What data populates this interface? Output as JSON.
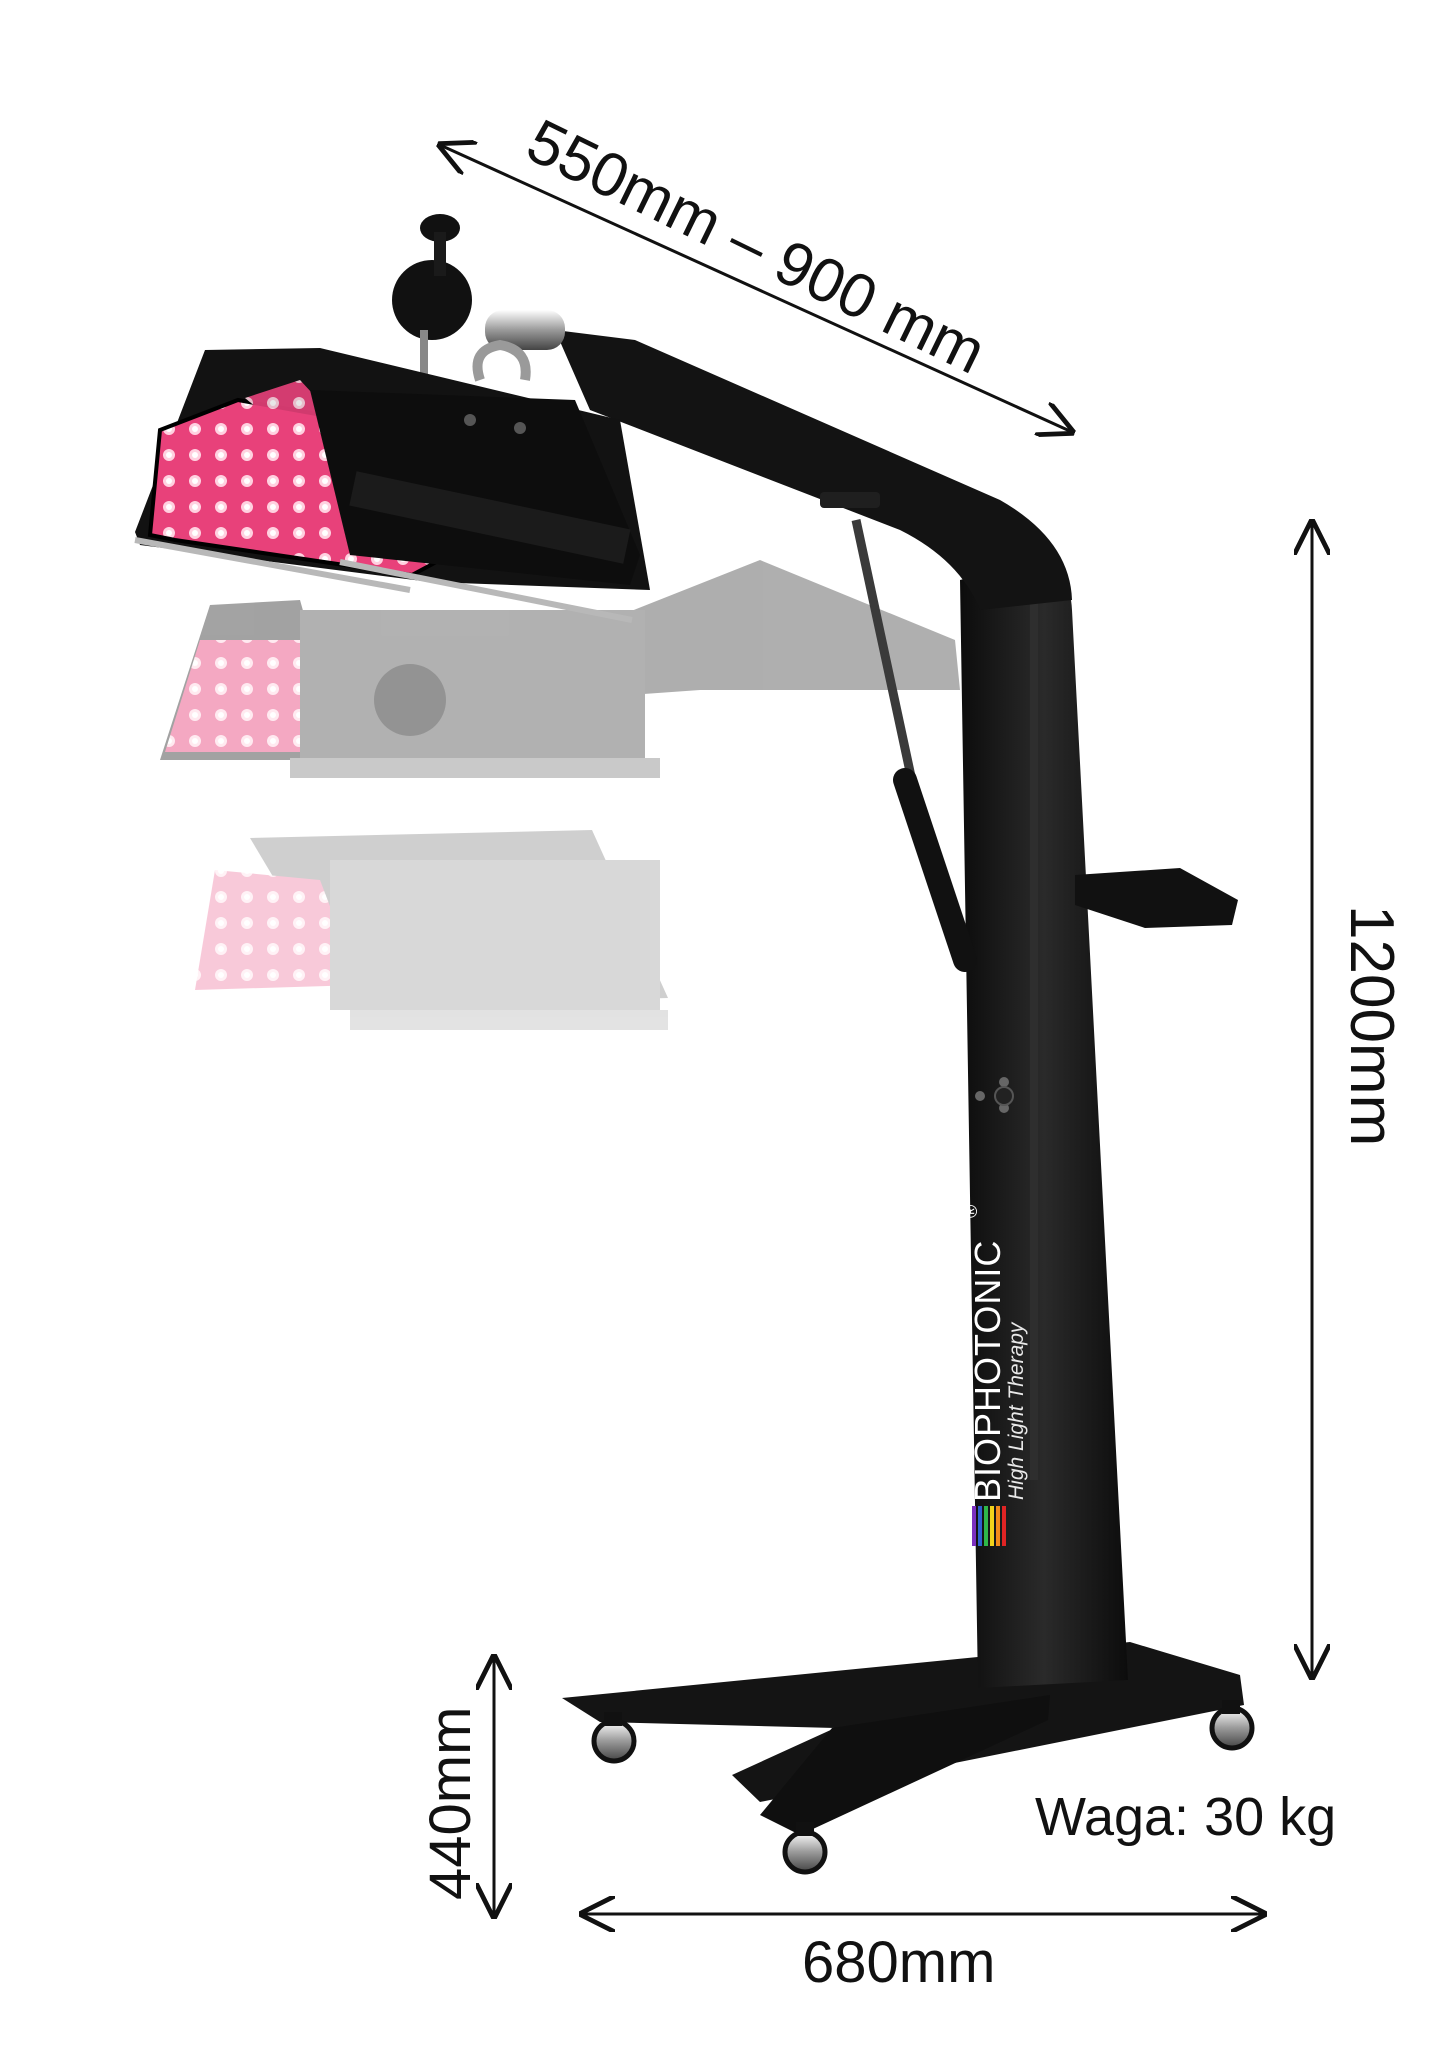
{
  "dimensions": {
    "arm_reach": "550mm – 900 mm",
    "height": "1200mm",
    "base_height": "440mm",
    "base_width": "680mm"
  },
  "weight": "Waga: 30 kg",
  "brand": {
    "name": "BIOPHOTONIC",
    "registered": "®",
    "tagline": "High Light Therapy",
    "stripe_colors": [
      "#7b2fbf",
      "#2f5fd0",
      "#2fb84a",
      "#f2d21b",
      "#f28a1b",
      "#e02424"
    ]
  },
  "colors": {
    "stand": "#141414",
    "led_panel": "#e8417a",
    "led_dot": "#ffd1e0"
  }
}
